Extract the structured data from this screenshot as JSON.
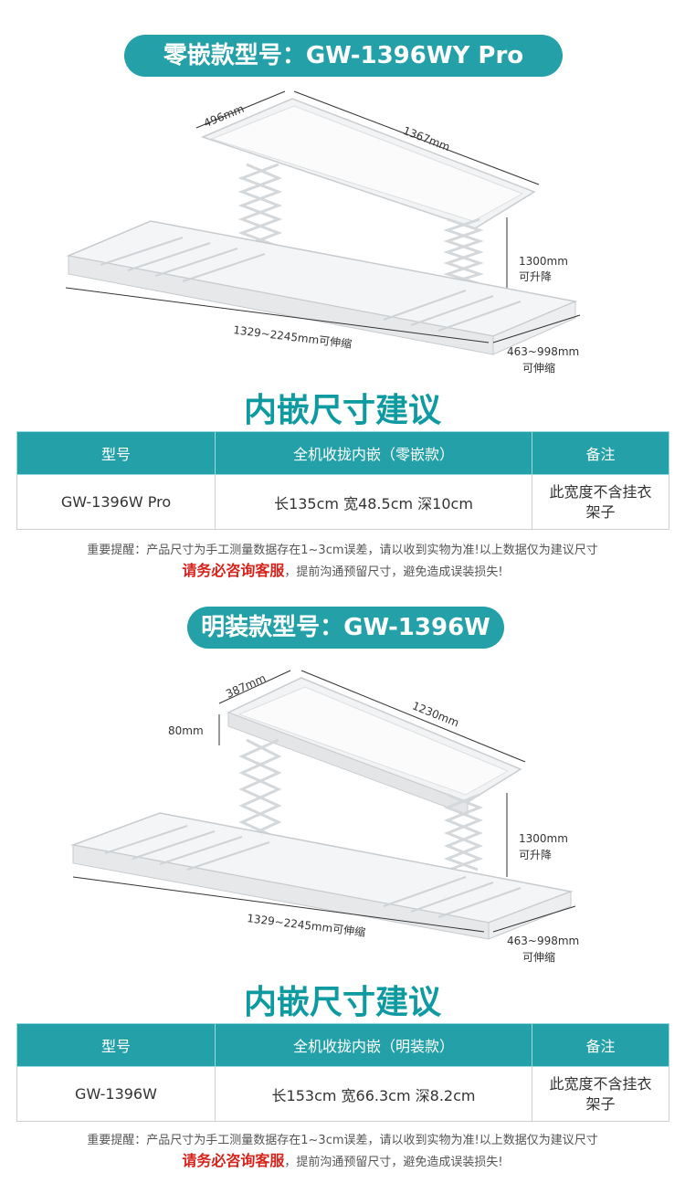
{
  "section1": {
    "title": "零嵌款型号：GW-1396WY Pro",
    "dims": {
      "width": "496mm",
      "length": "1367mm",
      "lift": "1300mm",
      "lift_note": "可升降",
      "extend": "1329~2245mm可伸缩",
      "side": "463~998mm",
      "side_note": "可伸缩"
    },
    "heading": "内嵌尺寸建议",
    "table": {
      "headers": [
        "型号",
        "全机收拢内嵌（零嵌款）",
        "备注"
      ],
      "row": [
        "GW-1396W Pro",
        "长135cm 宽48.5cm 深10cm",
        "此宽度不含挂衣架子"
      ]
    },
    "note_line1": "重要提醒：产品尺寸为手工测量数据存在1~3cm误差，请以收到实物为准!以上数据仅为建议尺寸",
    "note_red": "请务必咨询客服",
    "note_rest": "，提前沟通预留尺寸，避免造成误装损失!"
  },
  "section2": {
    "title": "明装款型号：GW-1396W",
    "dims": {
      "width": "387mm",
      "length": "1230mm",
      "height": "80mm",
      "lift": "1300mm",
      "lift_note": "可升降",
      "extend": "1329~2245mm可伸缩",
      "side": "463~998mm",
      "side_note": "可伸缩"
    },
    "heading": "内嵌尺寸建议",
    "table": {
      "headers": [
        "型号",
        "全机收拢内嵌（明装款）",
        "备注"
      ],
      "row": [
        "GW-1396W",
        "长153cm 宽66.3cm 深8.2cm",
        "此宽度不含挂衣架子"
      ]
    },
    "note_line1": "重要提醒：产品尺寸为手工测量数据存在1~3cm误差，请以收到实物为准!以上数据仅为建议尺寸",
    "note_red": "请务必咨询客服",
    "note_rest": "，提前沟通预留尺寸，避免造成误装损失!"
  },
  "colors": {
    "accent": "#23a0a8",
    "heading": "#0e9aa1",
    "warning": "#d6231c"
  }
}
